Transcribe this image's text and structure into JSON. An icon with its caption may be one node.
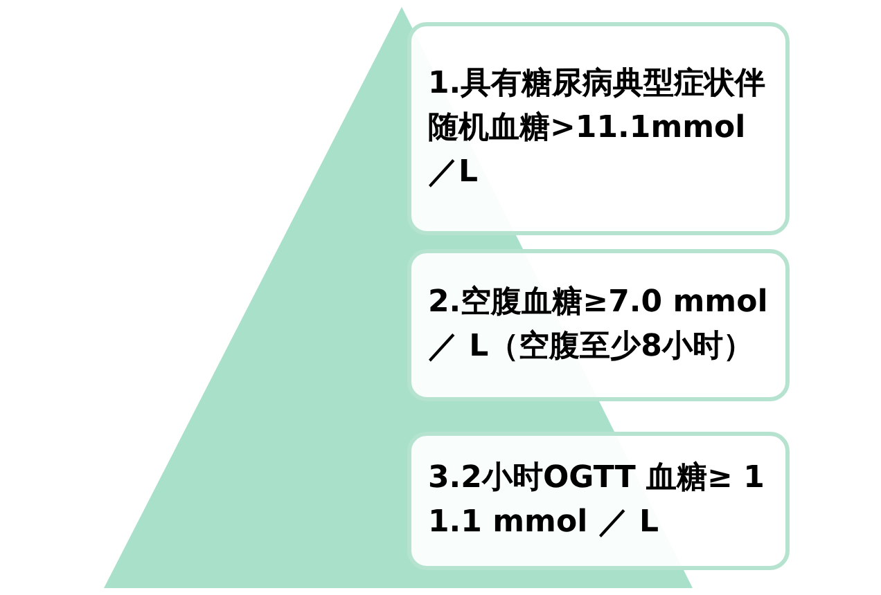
{
  "diagram": {
    "nodes": [
      {
        "text": [
          "1.具有糖尿病典型症状伴随机血糖>11.1mmol／L"
        ]
      },
      {
        "text": [
          "2.空腹血糖≥7.0 mmol ／ L（空腹至少8小时）"
        ]
      },
      {
        "text": [
          "3.2小时OGTT 血糖≥ 11.1 mmol ／ L"
        ]
      }
    ]
  }
}
